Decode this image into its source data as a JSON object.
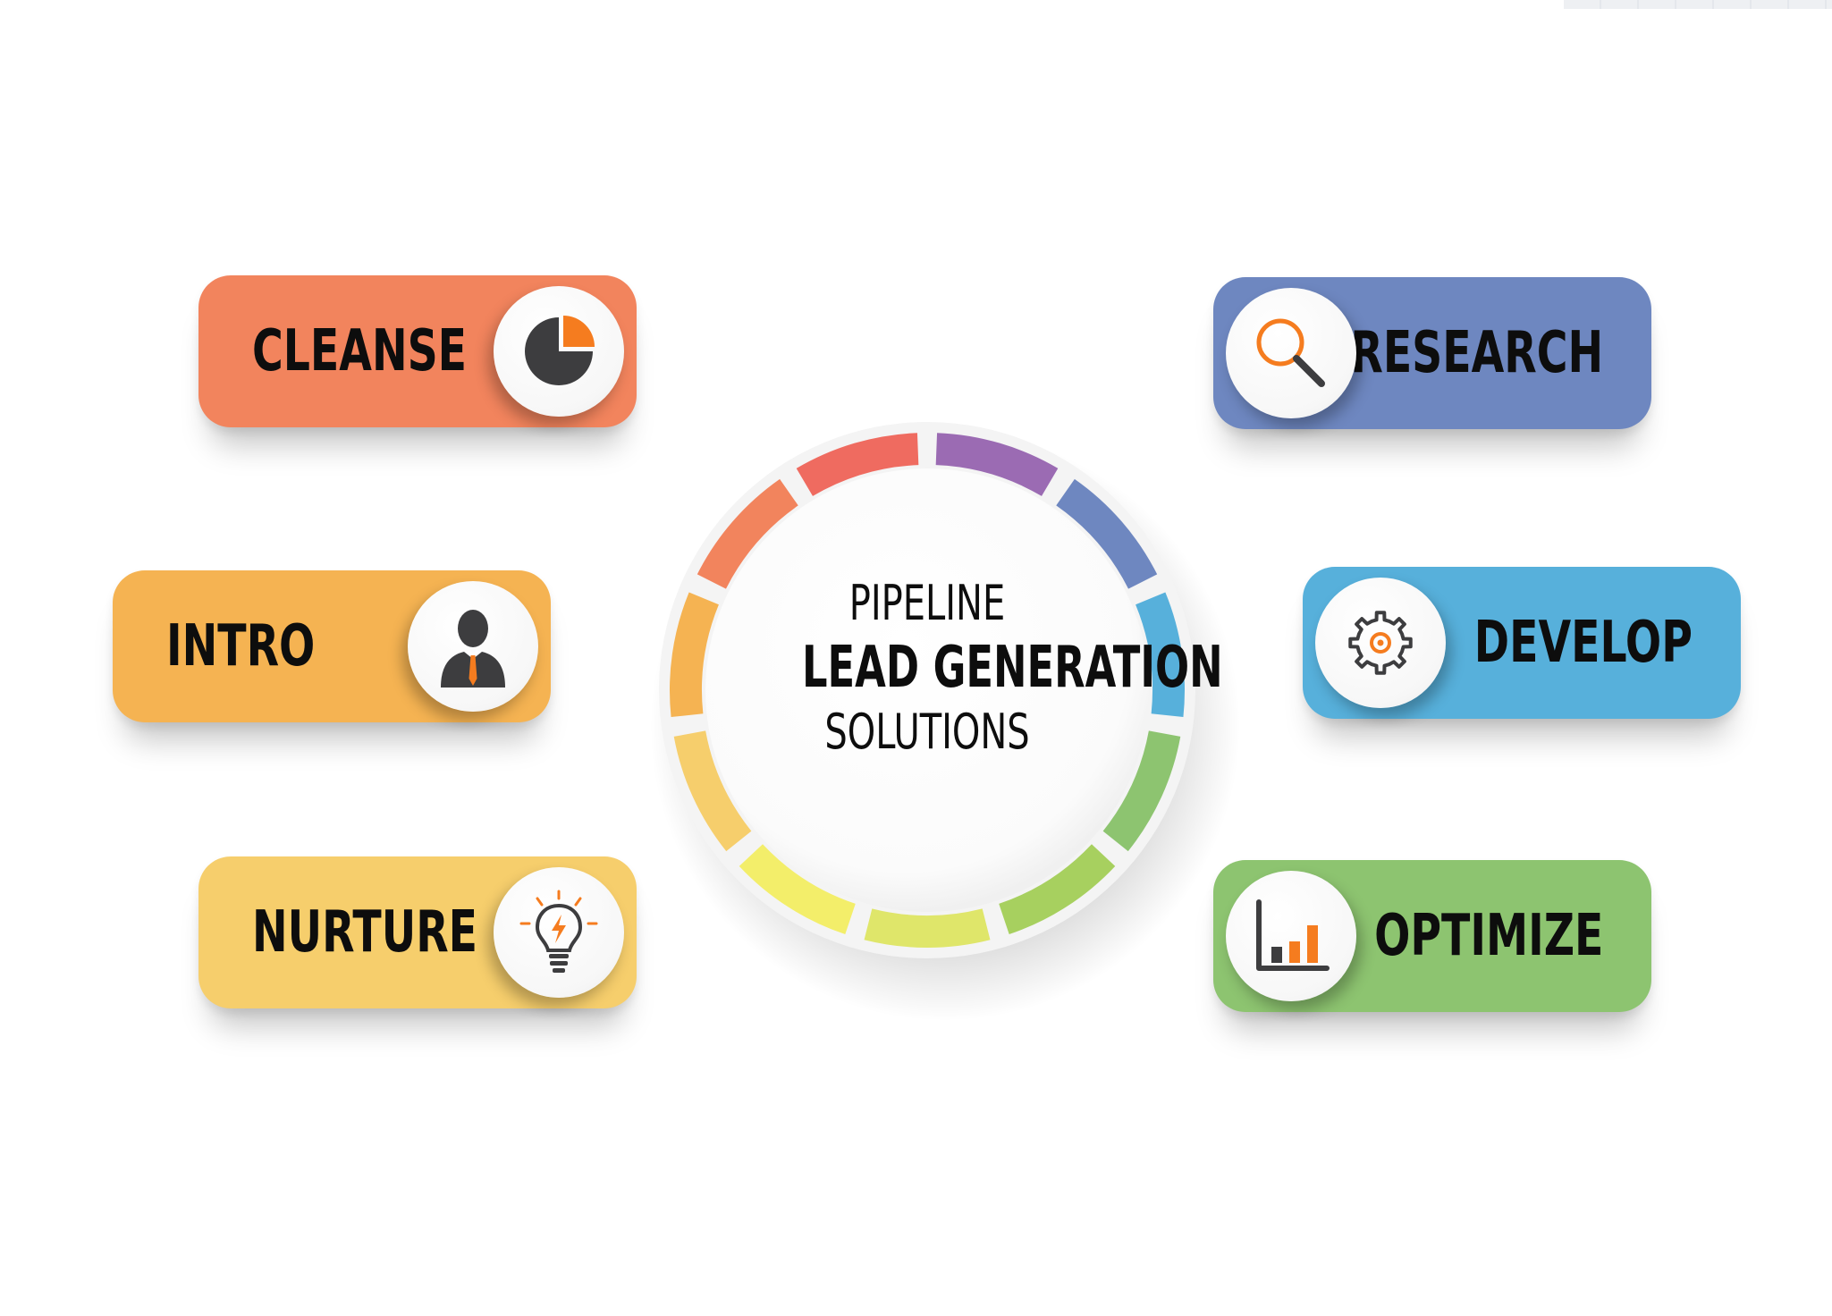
{
  "hub": {
    "line1": "PIPELINE",
    "line2": "LEAD GENERATION",
    "line3": "SOLUTIONS",
    "ring_colors": [
      "#9b6bb3",
      "#6e87c0",
      "#57b0db",
      "#8dc470",
      "#a7d05f",
      "#dfe66a",
      "#f3ee6a",
      "#f6ce6c",
      "#f5b352",
      "#f2845d",
      "#ef6b60"
    ]
  },
  "steps": {
    "cleanse": {
      "label": "CLEANSE",
      "color": "#f2845d",
      "icon": "pie-chart-icon"
    },
    "intro": {
      "label": "INTRO",
      "color": "#f5b352",
      "icon": "businessman-icon"
    },
    "nurture": {
      "label": "NURTURE",
      "color": "#f6ce6c",
      "icon": "lightbulb-icon"
    },
    "research": {
      "label": "RESEARCH",
      "color": "#6e87c0",
      "icon": "magnifier-icon"
    },
    "develop": {
      "label": "DEVELOP",
      "color": "#57b0db",
      "icon": "gear-icon"
    },
    "optimize": {
      "label": "OPTIMIZE",
      "color": "#8dc470",
      "icon": "bar-chart-icon"
    }
  },
  "icon_colors": {
    "dark": "#3d3d3f",
    "accent": "#f57c1f"
  }
}
